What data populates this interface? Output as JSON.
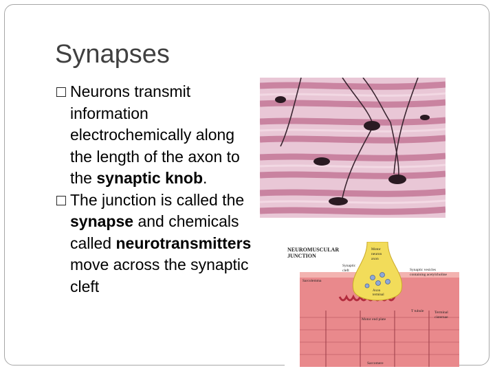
{
  "slide": {
    "title": "Synapses",
    "bullet_mark": "□",
    "bullets": [
      {
        "t1": "Neurons transmit information electrochemically along the length of the axon to the ",
        "b1": "synaptic knob",
        "t2": "."
      },
      {
        "t1": "The junction is called the ",
        "b1": "synapse",
        "t2": " and chemicals called ",
        "b2": "neurotransmitters",
        "t3": " move across the synaptic cleft"
      }
    ]
  },
  "diagram": {
    "title_line1": "NEUROMUSCULAR",
    "title_line2": "JUNCTION",
    "labels": {
      "motor_neuron_axon": [
        "Motor",
        "neuron",
        "axon"
      ],
      "synaptic_cleft": [
        "Synaptic",
        "cleft"
      ],
      "synaptic_vesicles": [
        "Synaptic vesicles",
        "containing acetylcholine"
      ],
      "sarcolemma": "Sarcolemma",
      "axon_terminal": [
        "Axon",
        "terminal"
      ],
      "t_tubule": "T tubule",
      "terminal_cisternae": [
        "Terminal",
        "cisternae"
      ],
      "motor_end_plate": "Motor end plate",
      "sarcomere": "Sarcomere"
    }
  },
  "colors": {
    "title": "#404040",
    "frame": "#a6a6a6",
    "photo_bg": "#e9c7d6",
    "photo_band": "#bf6d8f",
    "muscle": "#e9898c",
    "axon": "#f2dc5a"
  }
}
